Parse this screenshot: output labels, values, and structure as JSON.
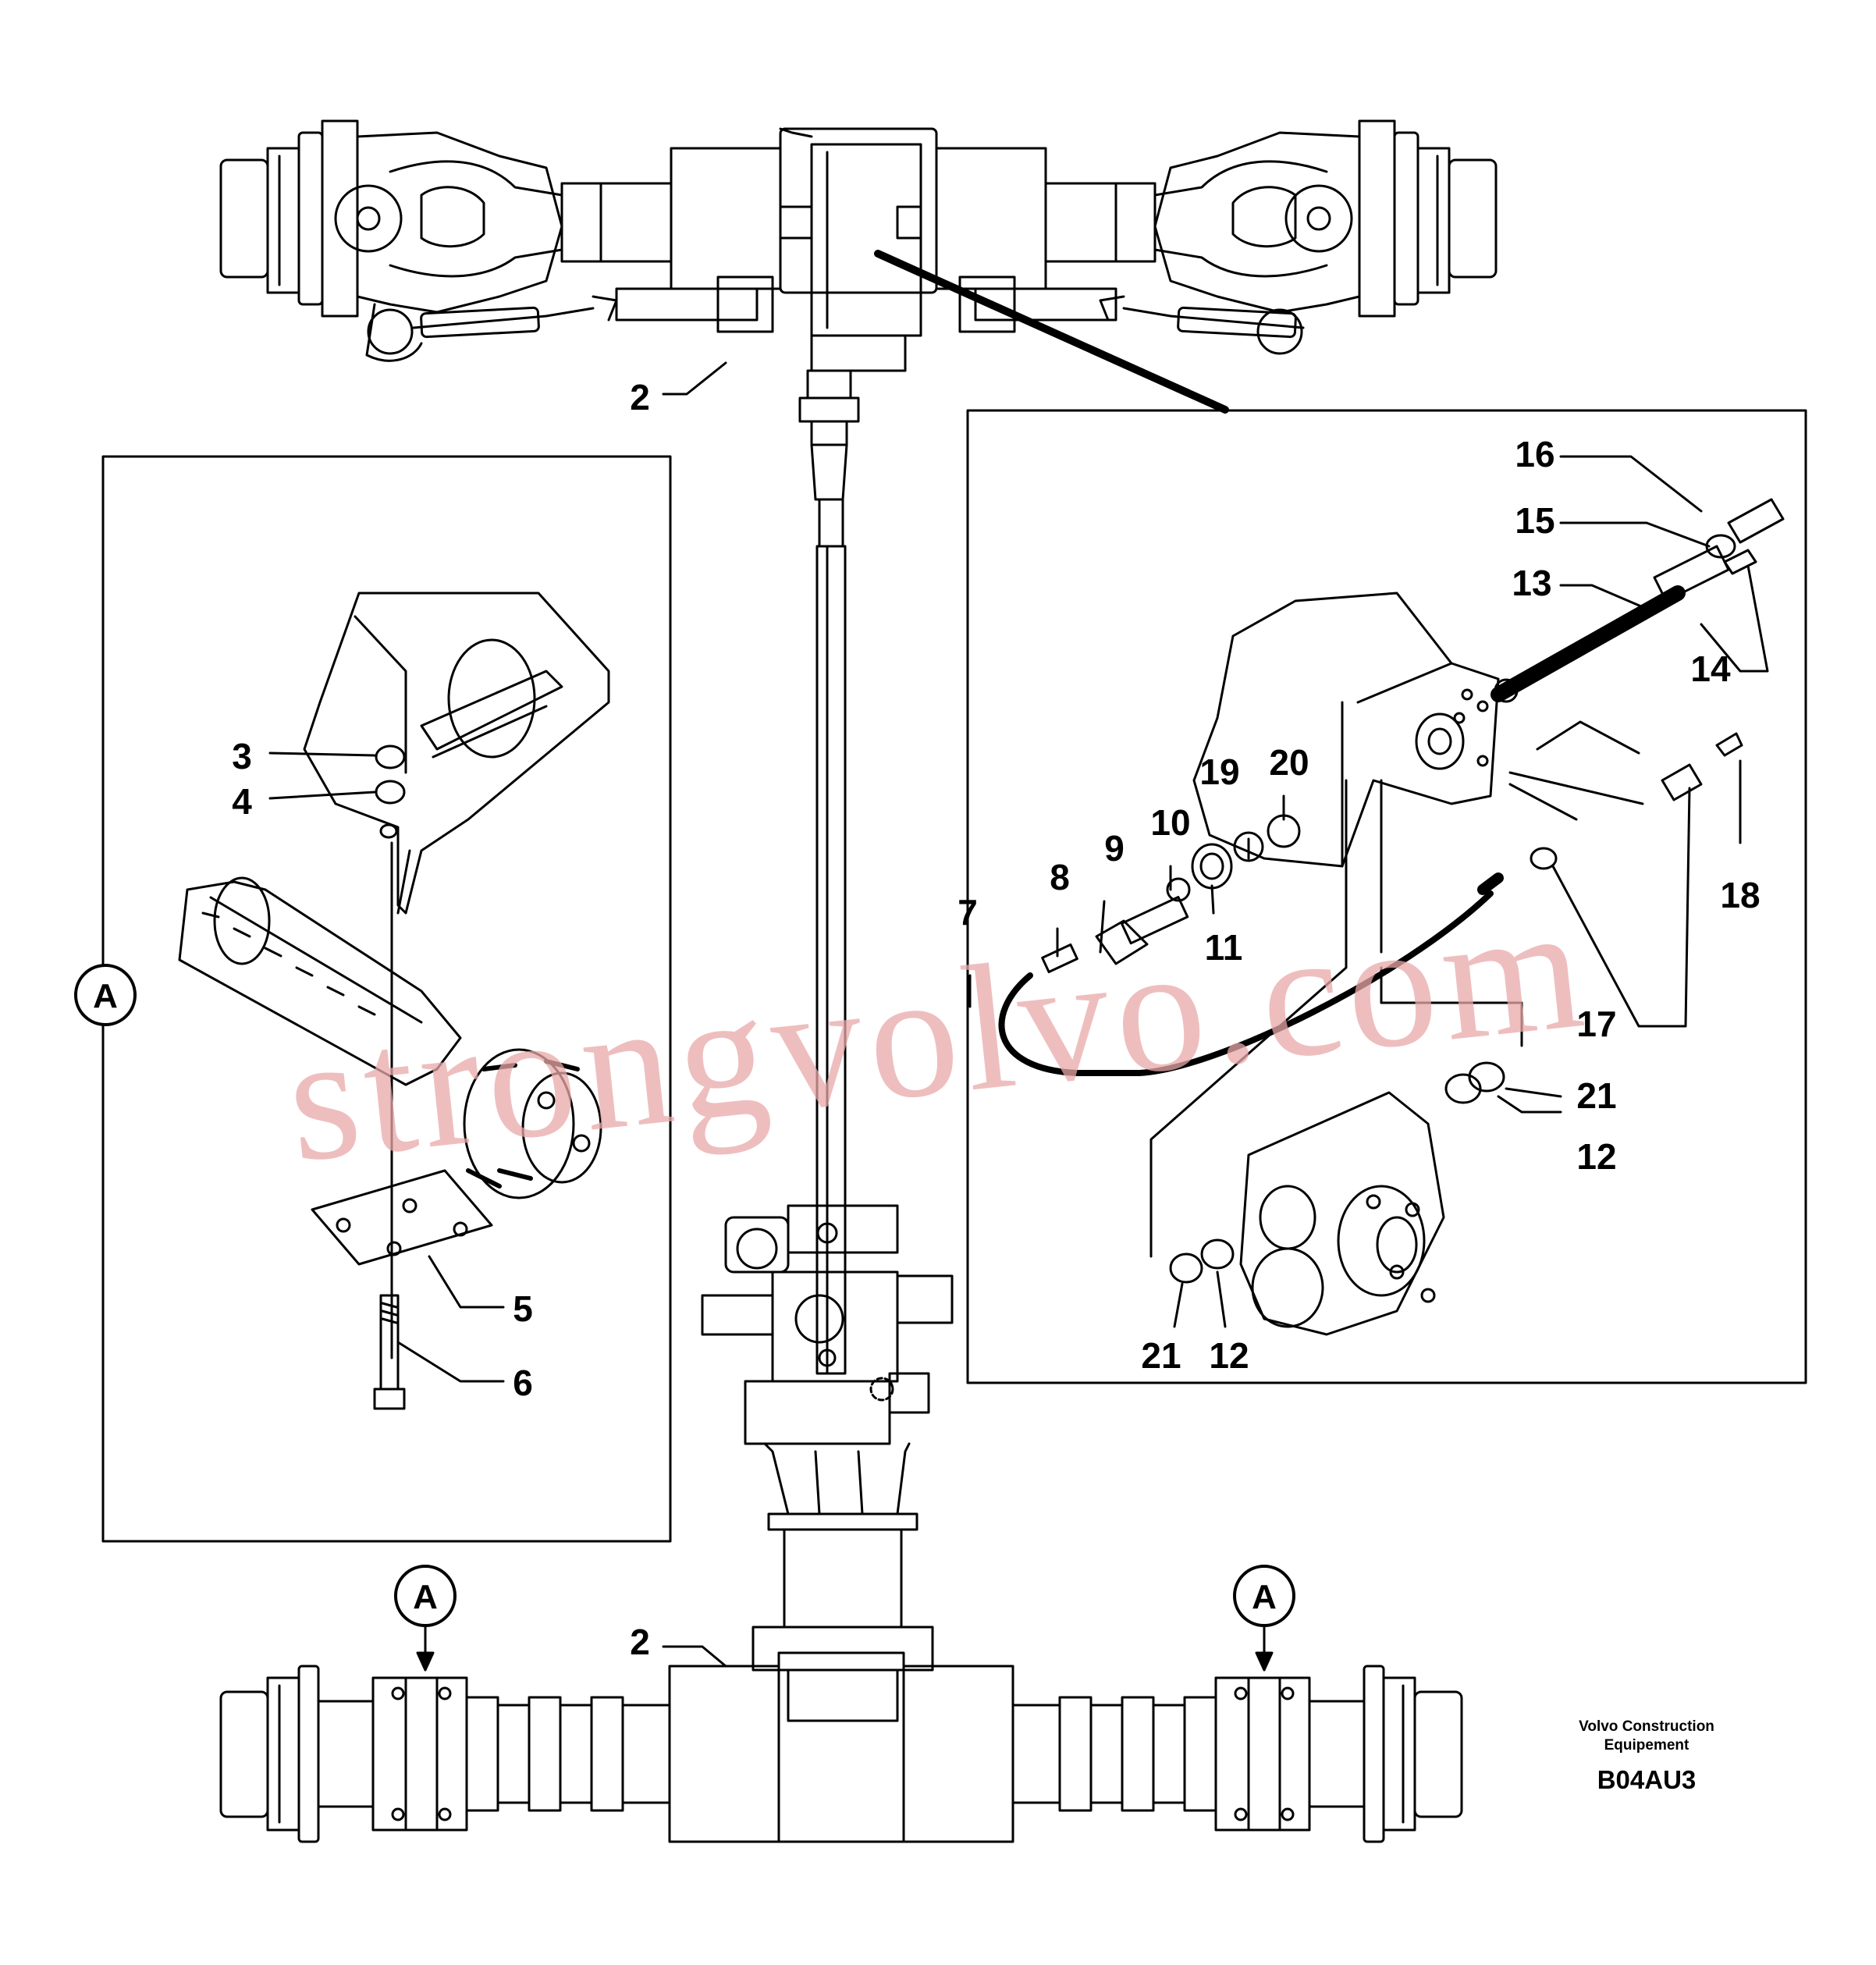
{
  "diagram": {
    "labels": {
      "l2_top": "2",
      "l2_bottom": "2",
      "l3": "3",
      "l4": "4",
      "l5": "5",
      "l6": "6",
      "l7": "7",
      "l8": "8",
      "l9": "9",
      "l10": "10",
      "l11": "11",
      "l12_a": "12",
      "l12_b": "12",
      "l13": "13",
      "l14": "14",
      "l15": "15",
      "l16": "16",
      "l17": "17",
      "l18": "18",
      "l19": "19",
      "l20": "20",
      "l21_a": "21",
      "l21_b": "21"
    },
    "detail_markers": {
      "a_left": "A",
      "a_bottom_left": "A",
      "a_bottom_right": "A"
    },
    "brand_line1": "Volvo Construction",
    "brand_line2": "Equipement",
    "drawing_code": "B04AU3",
    "watermark": "strongvolvo.com"
  }
}
